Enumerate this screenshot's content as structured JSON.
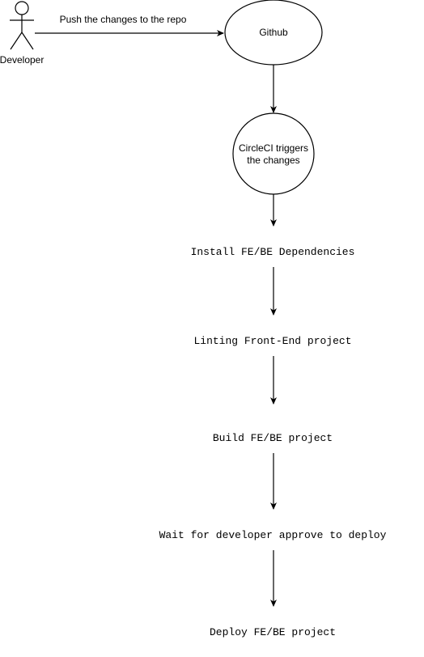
{
  "actor": {
    "label": "Developer"
  },
  "edge_push": {
    "label": "Push the changes to the repo"
  },
  "nodes": {
    "github": {
      "label": "Github"
    },
    "circleci": {
      "line1": "CircleCI triggers",
      "line2": "the changes"
    },
    "install": {
      "label": "Install FE/BE Dependencies"
    },
    "linting": {
      "label": "Linting Front-End project"
    },
    "build": {
      "label": "Build FE/BE project"
    },
    "approve": {
      "label": "Wait for developer approve to deploy"
    },
    "deploy": {
      "label": "Deploy FE/BE project"
    }
  },
  "colors": {
    "stroke": "#000000",
    "fill": "#ffffff",
    "text": "#000000"
  }
}
